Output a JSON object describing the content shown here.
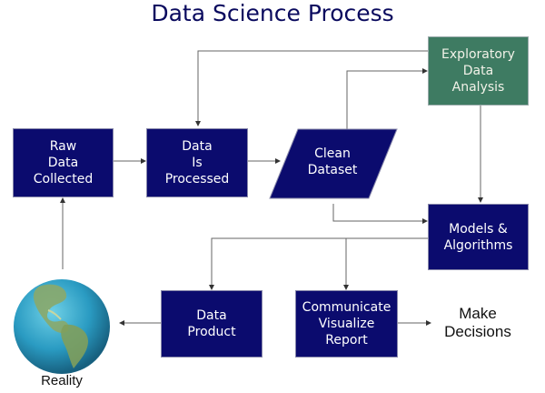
{
  "title": "Data Science Process",
  "nodes": {
    "raw_data": "Raw\nData\nCollected",
    "data_processed": "Data\nIs\nProcessed",
    "clean_dataset": "Clean\nDataset",
    "eda": "Exploratory\nData\nAnalysis",
    "models": "Models &\nAlgorithms",
    "data_product": "Data\nProduct",
    "communicate": "Communicate\nVisualize\nReport",
    "decisions": "Make\nDecisions",
    "reality": "Reality"
  },
  "colors": {
    "box": "#0b0b6e",
    "eda_box": "#3e7b62",
    "title": "#0a0a5e",
    "arrow": "#555555"
  }
}
